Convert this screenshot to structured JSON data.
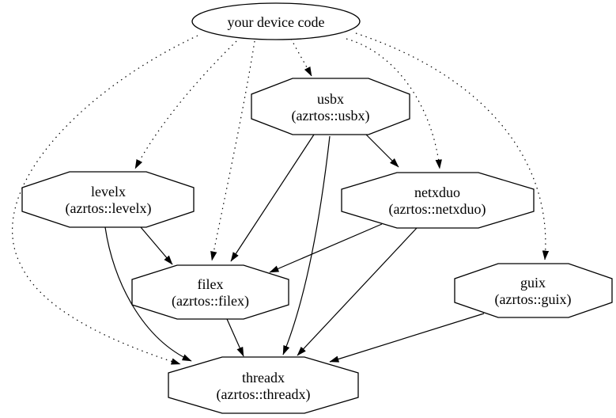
{
  "diagram": {
    "type": "dependency-graph",
    "background_color": "#ffffff",
    "line_color": "#000000",
    "nodes": {
      "device": {
        "label": "your device code",
        "shape": "ellipse"
      },
      "usbx": {
        "label": "usbx",
        "sublabel": "(azrtos::usbx)",
        "shape": "octagon"
      },
      "levelx": {
        "label": "levelx",
        "sublabel": "(azrtos::levelx)",
        "shape": "octagon"
      },
      "netxduo": {
        "label": "netxduo",
        "sublabel": "(azrtos::netxduo)",
        "shape": "octagon"
      },
      "filex": {
        "label": "filex",
        "sublabel": "(azrtos::filex)",
        "shape": "octagon"
      },
      "guix": {
        "label": "guix",
        "sublabel": "(azrtos::guix)",
        "shape": "octagon"
      },
      "threadx": {
        "label": "threadx",
        "sublabel": "(azrtos::threadx)",
        "shape": "octagon"
      }
    },
    "edges": [
      {
        "from": "your device code",
        "to": "usbx",
        "style": "dotted"
      },
      {
        "from": "your device code",
        "to": "levelx",
        "style": "dotted"
      },
      {
        "from": "your device code",
        "to": "filex",
        "style": "dotted"
      },
      {
        "from": "your device code",
        "to": "netxduo",
        "style": "dotted"
      },
      {
        "from": "your device code",
        "to": "guix",
        "style": "dotted"
      },
      {
        "from": "your device code",
        "to": "threadx",
        "style": "dotted"
      },
      {
        "from": "usbx",
        "to": "netxduo",
        "style": "solid"
      },
      {
        "from": "usbx",
        "to": "filex",
        "style": "solid"
      },
      {
        "from": "usbx",
        "to": "threadx",
        "style": "solid"
      },
      {
        "from": "levelx",
        "to": "filex",
        "style": "solid"
      },
      {
        "from": "levelx",
        "to": "threadx",
        "style": "solid"
      },
      {
        "from": "netxduo",
        "to": "filex",
        "style": "solid"
      },
      {
        "from": "netxduo",
        "to": "threadx",
        "style": "solid"
      },
      {
        "from": "filex",
        "to": "threadx",
        "style": "solid"
      },
      {
        "from": "guix",
        "to": "threadx",
        "style": "solid"
      }
    ]
  }
}
